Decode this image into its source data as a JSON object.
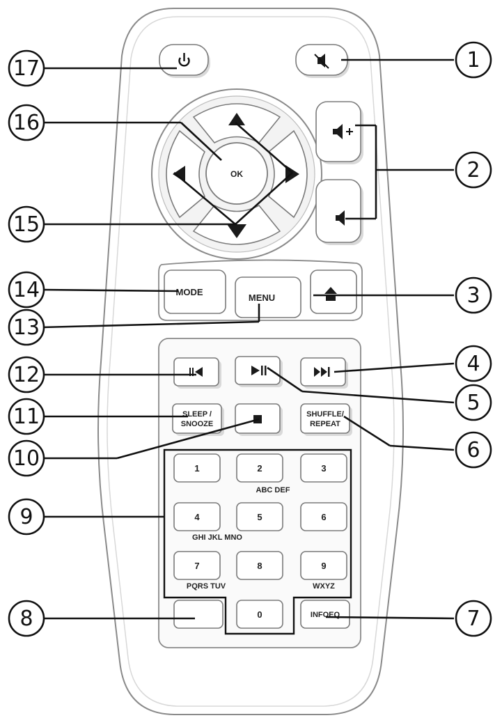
{
  "buttons": {
    "ok": "OK",
    "mode": "MODE",
    "menu": "MENU",
    "sleep_line1": "SLEEP /",
    "sleep_line2": "SNOOZE",
    "shuffle_line1": "SHUFFLE/",
    "shuffle_line2": "REPEAT",
    "info_eq": "INFOEQ",
    "digits": [
      "1",
      "2",
      "3",
      "4",
      "5",
      "6",
      "7",
      "8",
      "9",
      "0"
    ]
  },
  "letter_groups": {
    "abc_def": "ABC DEF",
    "ghi_jkl_mno": "GHI JKL MNO",
    "pqrs_tuv": "PQRS TUV",
    "wxyz": "WXYZ"
  },
  "callouts": [
    "1",
    "2",
    "3",
    "4",
    "5",
    "6",
    "7",
    "8",
    "9",
    "10",
    "11",
    "12",
    "13",
    "14",
    "15",
    "16",
    "17"
  ],
  "icons": {
    "power": "power-icon",
    "mute": "mute-icon",
    "vol_up": "volume-up-icon",
    "vol_down": "volume-down-icon",
    "home": "home-icon",
    "prev": "skip-previous-icon",
    "play_pause": "play-pause-icon",
    "next": "skip-next-icon",
    "stop": "stop-icon"
  }
}
